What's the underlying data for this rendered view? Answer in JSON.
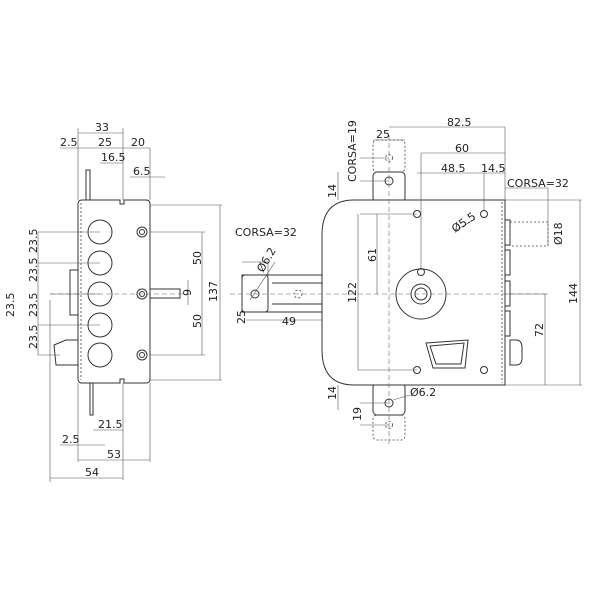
{
  "left_view": {
    "dims": {
      "w33": "33",
      "w2_5_top": "2.5",
      "w25": "25",
      "w20": "20",
      "w16_5": "16.5",
      "w6_5": "6.5",
      "p1": "23.5",
      "p2": "23.5",
      "p3": "23.5",
      "p4": "23.5",
      "p5": "23.5",
      "h50_top": "50",
      "h9": "9",
      "h50_bot": "50",
      "h137": "137",
      "w21_5": "21.5",
      "w2_5_bot": "2.5",
      "w53": "53",
      "w54": "54"
    }
  },
  "right_view": {
    "dims": {
      "w82_5": "82.5",
      "w25": "25",
      "corsa19": "CORSA=19",
      "w60": "60",
      "w48_5": "48.5",
      "w14_5": "14.5",
      "corsa32_right": "CORSA=32",
      "h14_top": "14",
      "d5_5": "Ø5.5",
      "d18": "Ø18",
      "corsa32_left": "CORSA=32",
      "d6_2_left": "Ø6.2",
      "h61": "61",
      "h122": "122",
      "h144": "144",
      "h72": "72",
      "h25": "25",
      "w49": "49",
      "h14_bot": "14",
      "d6_2_bot": "Ø6.2",
      "h19": "19"
    }
  }
}
